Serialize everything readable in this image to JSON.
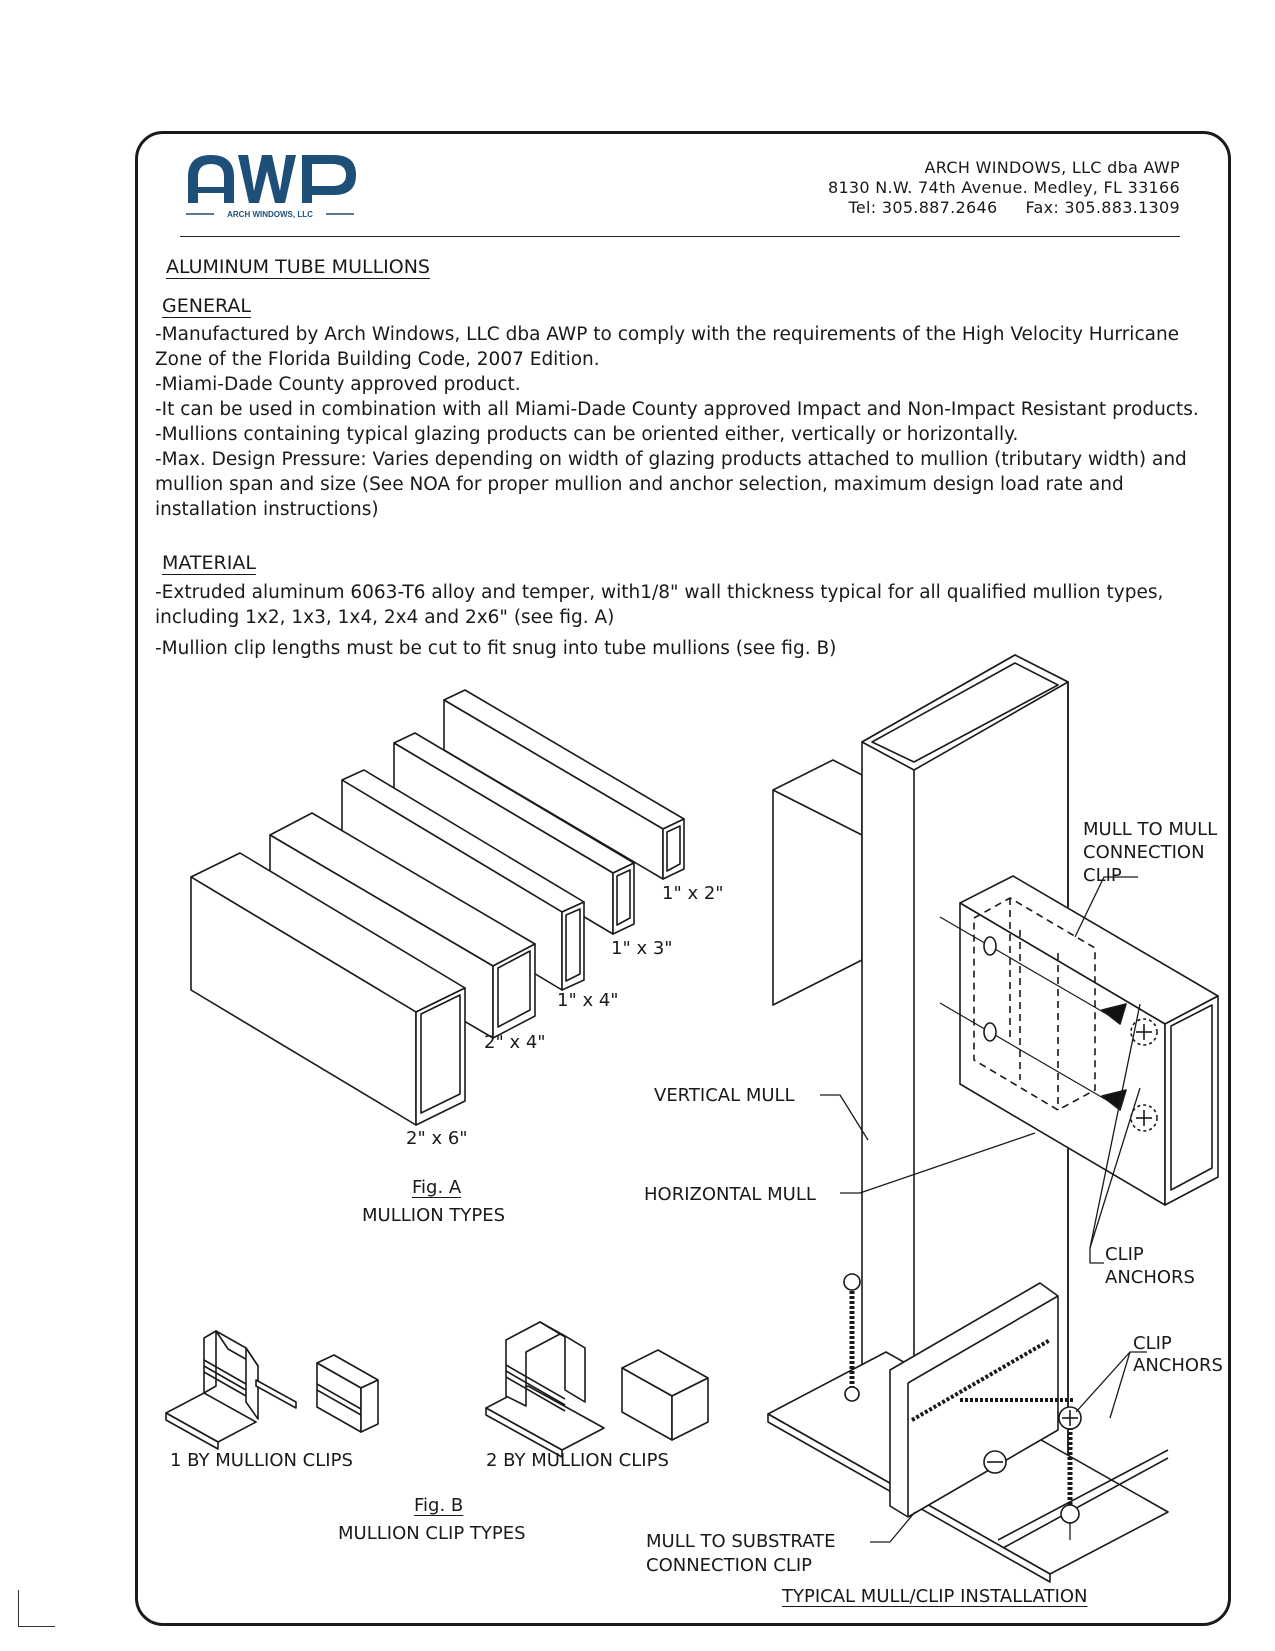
{
  "logo": {
    "wordmark": "AWP",
    "tagline": "ARCH WINDOWS, LLC",
    "color": "#1e4f78"
  },
  "company": {
    "name": "ARCH WINDOWS, LLC dba AWP",
    "address": "8130 N.W. 74th Avenue. Medley, FL 33166",
    "tel": "Tel: 305.887.2646",
    "fax": "Fax: 305.883.1309"
  },
  "document": {
    "title": "ALUMINUM TUBE MULLIONS",
    "general": {
      "heading": "GENERAL",
      "lines": [
        "-Manufactured by Arch Windows, LLC dba AWP to comply with the requirements of the High Velocity Hurricane Zone of the Florida Building Code, 2007 Edition.",
        "-Miami-Dade County approved product.",
        "-It can be used in combination with all Miami-Dade County approved Impact and Non-Impact Resistant products.",
        "-Mullions containing typical glazing products can be oriented either, vertically or horizontally.",
        "-Max. Design Pressure: Varies depending on width of glazing products attached to mullion (tributary width) and mullion span and size (See NOA for proper mullion and anchor selection, maximum design load rate and installation instructions)"
      ]
    },
    "material": {
      "heading": "MATERIAL",
      "lines": [
        "-Extruded aluminum 6063-T6 alloy and temper, with1/8\" wall thickness typical for all qualified mullion types, including 1x2, 1x3, 1x4, 2x4 and 2x6\" (see fig. A)",
        "-Mullion clip lengths must be cut to fit snug into tube mullions (see fig. B)"
      ]
    }
  },
  "fig_a": {
    "sizes": [
      "1\" x 2\"",
      "1\" x 3\"",
      "1\" x 4\"",
      "2\" x 4\"",
      "2\" x 6\""
    ],
    "label": "Fig. A",
    "caption": "MULLION TYPES"
  },
  "fig_b": {
    "one_by": "1 BY MULLION CLIPS",
    "two_by": "2 BY MULLION CLIPS",
    "label": "Fig. B",
    "caption": "MULLION CLIP TYPES"
  },
  "installation": {
    "mull_to_mull": [
      "MULL TO MULL",
      "CONNECTION",
      "CLIP"
    ],
    "vertical_mull": "VERTICAL MULL",
    "horizontal_mull": "HORIZONTAL MULL",
    "clip_anchors_upper": [
      "CLIP",
      "ANCHORS"
    ],
    "clip_anchors_lower": [
      "CLIP",
      "ANCHORS"
    ],
    "mull_to_substrate": [
      "MULL TO SUBSTRATE",
      "CONNECTION CLIP"
    ],
    "caption": "TYPICAL MULL/CLIP INSTALLATION"
  }
}
